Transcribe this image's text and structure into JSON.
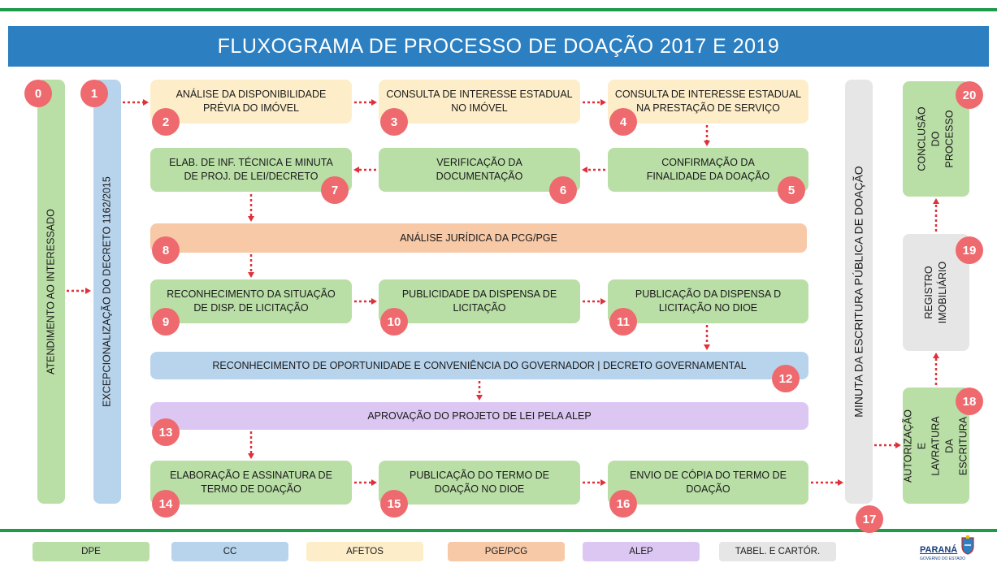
{
  "title": "FLUXOGRAMA DE PROCESSO DE DOAÇÃO 2017 E 2019",
  "vertical": {
    "atendimento": "ATENDIMENTO AO INTERESSADO",
    "excepcionalizacao": "EXCEPCIONALIZAÇÃO DO DECRETO 1162/2015",
    "minuta": "MINUTA DA ESCRITURA PÚBLICA DE DOAÇÃO",
    "conclusao": "CONCLUSÃO DO\nPROCESSO",
    "registro": "REGISTRO\nIMOBILIÁRIO",
    "autorizacao": "AUTORIZAÇÃO E\nLAVRATURA DA\nESCRITURA"
  },
  "steps": {
    "s2": "ANÁLISE DA DISPONIBILIDADE\nPRÉVIA DO IMÓVEL",
    "s3": "CONSULTA DE INTERESSE ESTADUAL\nNO IMÓVEL",
    "s4": "CONSULTA DE INTERESSE ESTADUAL\nNA PRESTAÇÃO DE SERVIÇO",
    "s5": "CONFIRMAÇÃO DA\nFINALIDADE DA DOAÇÃO",
    "s6": "VERIFICAÇÃO DA\nDOCUMENTAÇÃO",
    "s7": "ELAB. DE INF. TÉCNICA E MINUTA\nDE PROJ. DE LEI/DECRETO",
    "s8": "ANÁLISE JURÍDICA DA PCG/PGE",
    "s9": "RECONHECIMENTO DA SITUAÇÃO\nDE DISP. DE LICITAÇÃO",
    "s10": "PUBLICIDADE DA DISPENSA DE\nLICITAÇÃO",
    "s11": "PUBLICAÇÃO DA DISPENSA D\nLICITAÇÃO NO DIOE",
    "s12": "RECONHECIMENTO DE OPORTUNIDADE E CONVENIÊNCIA DO GOVERNADOR | DECRETO GOVERNAMENTAL",
    "s13": "APROVAÇÃO DO PROJETO DE LEI PELA ALEP",
    "s14": "ELABORAÇÃO E ASSINATURA DE\nTERMO DE DOAÇÃO",
    "s15": "PUBLICAÇÃO DO TERMO DE\nDOAÇÃO NO DIOE",
    "s16": "ENVIO DE CÓPIA DO TERMO DE\nDOAÇÃO"
  },
  "numbers": [
    "0",
    "1",
    "2",
    "3",
    "4",
    "5",
    "6",
    "7",
    "8",
    "9",
    "10",
    "11",
    "12",
    "13",
    "14",
    "15",
    "16",
    "17",
    "18",
    "19",
    "20"
  ],
  "legend": {
    "dpe": "DPE",
    "cc": "CC",
    "afetos": "AFETOS",
    "pge": "PGE/PCG",
    "alep": "ALEP",
    "tabel": "TABEL. E CARTÓR."
  },
  "logo": {
    "name": "PARANÁ",
    "sub": "GOVERNO DO ESTADO"
  },
  "colors": {
    "header": "#2c7fc1",
    "badge": "#ee6a6e",
    "arrow": "#e0303a",
    "green": "#b9dea6",
    "blue": "#b8d4ec",
    "yellow": "#fdeec9",
    "orange": "#f8c9a7",
    "purple": "#dcc7f3",
    "grey": "#e6e6e6"
  }
}
